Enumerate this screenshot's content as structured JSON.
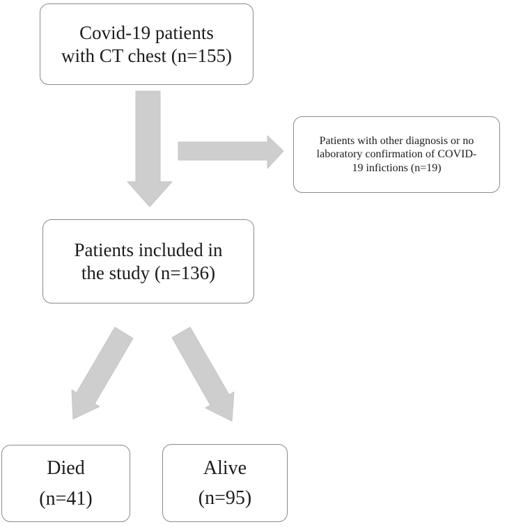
{
  "boxes": {
    "source": {
      "lines": [
        "Covid-19 patients",
        "with CT chest (n=155)"
      ]
    },
    "excluded": {
      "lines": [
        "Patients with other diagnosis or no",
        "laboratory confirmation of COVID-",
        "19 infictions (n=19)"
      ]
    },
    "included": {
      "lines": [
        "Patients included in",
        "the study (n=136)"
      ]
    },
    "died": {
      "lines": [
        "Died",
        "(n=41)"
      ]
    },
    "alive": {
      "lines": [
        "Alive",
        "(n=95)"
      ]
    }
  },
  "colors": {
    "arrow_fill": "#cecece",
    "arrow_stroke": "#c5c5c5",
    "box_border": "#8a8a8a",
    "text_color": "#1b1b1b",
    "background": "#ffffff"
  }
}
